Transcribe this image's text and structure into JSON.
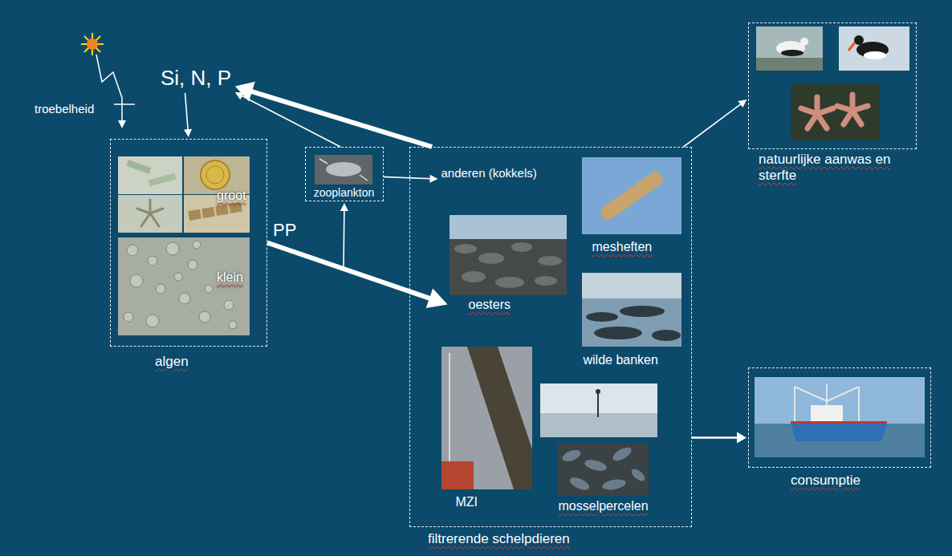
{
  "diagram": {
    "nodes": [
      {
        "text": [
          "Si, N, P"
        ]
      },
      {
        "text": [
          "algen"
        ]
      },
      {
        "text": [
          "zooplankton"
        ]
      },
      {
        "text": [
          "filtrerende schelpdieren"
        ]
      },
      {
        "text": [
          "anderen (kokkels)"
        ],
        "in": 3
      },
      {
        "text": [
          "mesheften"
        ],
        "in": 3
      },
      {
        "text": [
          "oesters"
        ],
        "in": 3
      },
      {
        "text": [
          "wilde banken"
        ],
        "in": 3
      },
      {
        "text": [
          "MZI"
        ],
        "in": 3
      },
      {
        "text": [
          "mosselpercelen"
        ],
        "in": 3
      },
      {
        "text": [
          "natuurlijke aanwas en sterfte"
        ]
      },
      {
        "text": [
          "consumptie"
        ]
      }
    ],
    "edges": [
      {
        "from": 0,
        "to": 1,
        "arrow": "to"
      },
      {
        "from": 1,
        "to": 6,
        "label": "PP",
        "arrow": "to"
      },
      {
        "from": 1,
        "to": 2,
        "arrow": "to"
      },
      {
        "from": 2,
        "to": 4,
        "arrow": "to"
      },
      {
        "from": 3,
        "to": 0,
        "arrow": "to"
      },
      {
        "from": 2,
        "to": 0,
        "arrow": "to"
      },
      {
        "from": 3,
        "to": 10,
        "arrow": "to"
      },
      {
        "from": 3,
        "to": 11,
        "arrow": "to"
      }
    ],
    "labels": [
      "troebelheid",
      "groot",
      "klein"
    ]
  }
}
